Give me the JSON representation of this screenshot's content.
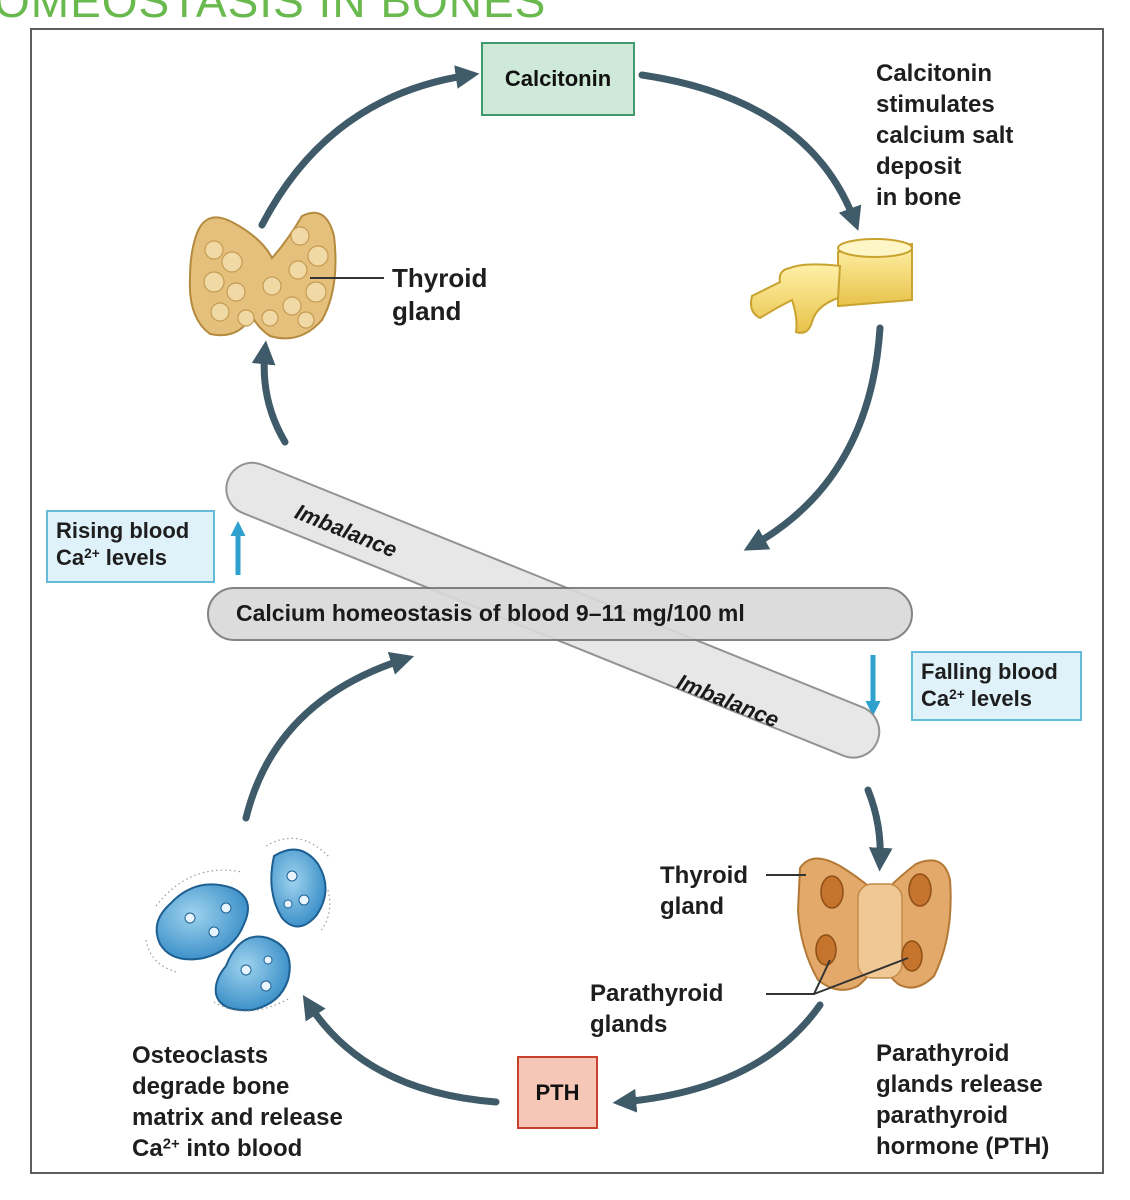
{
  "header": {
    "title": "OMEOSTASIS IN BONES"
  },
  "hormones": {
    "calcitonin": "Calcitonin",
    "pth": "PTH"
  },
  "labels": {
    "calcitonin_effect": [
      "Calcitonin",
      "stimulates",
      "calcium salt",
      "deposit",
      "in bone"
    ],
    "thyroid_top": [
      "Thyroid",
      "gland"
    ],
    "thyroid_bottom": [
      "Thyroid",
      "gland"
    ],
    "parathyroid": [
      "Parathyroid",
      "glands"
    ],
    "parathyroid_release": [
      "Parathyroid",
      "glands release",
      "parathyroid",
      "hormone (PTH)"
    ],
    "osteoclasts": [
      "Osteoclasts",
      "degrade bone",
      "matrix and release",
      "Ca2+ into blood"
    ]
  },
  "levels": {
    "rising": {
      "line1": "Rising blood",
      "ion": "Ca",
      "charge": "2+",
      "line2_rest": " levels"
    },
    "falling": {
      "line1": "Falling blood",
      "ion": "Ca",
      "charge": "2+",
      "line2_rest": " levels"
    }
  },
  "homeostasis": "Calcium homeostasis of blood 9–11 mg/100 ml",
  "imbalance": {
    "upper": "Imbalance",
    "lower": "Imbalance"
  },
  "colors": {
    "arrow": "#3f5a68",
    "level_arrow": "#2ea1cf",
    "calcitonin_fill": "#cfe9d9",
    "pth_fill": "#f6c6b6",
    "level_box": "#dff2fa",
    "header": "#69b94e"
  }
}
